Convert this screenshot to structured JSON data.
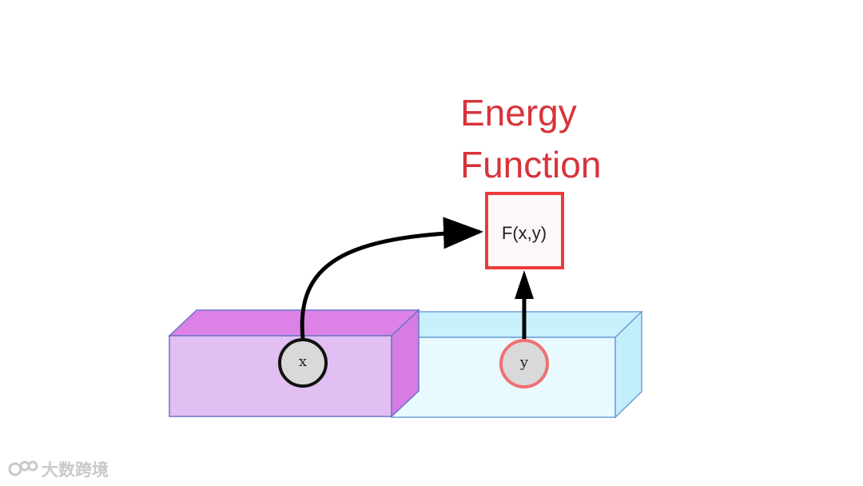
{
  "title": {
    "line1": "Energy",
    "line2": "Function",
    "color": "#d8333b"
  },
  "energy_box": {
    "label": "F(x,y)",
    "stroke": "#ee3a3a",
    "fill": "#fdf8f7"
  },
  "nodes": {
    "x": {
      "label": "x",
      "stroke": "#111111",
      "fill": "#d9d9d9"
    },
    "y": {
      "label": "y",
      "stroke": "#f07070",
      "fill": "#d9d9d9"
    }
  },
  "blocks": {
    "x_block": {
      "front": "#e2bff3",
      "top": "#dc82e6",
      "side": "#d77ce3",
      "edge": "#6a74c9"
    },
    "y_block": {
      "front": "#e8fafe",
      "top": "#c9f1fd",
      "side": "#c3eefc",
      "edge": "#6f9fd6"
    }
  },
  "watermark": {
    "text": "大数跨境",
    "icon": "logo-icon"
  }
}
